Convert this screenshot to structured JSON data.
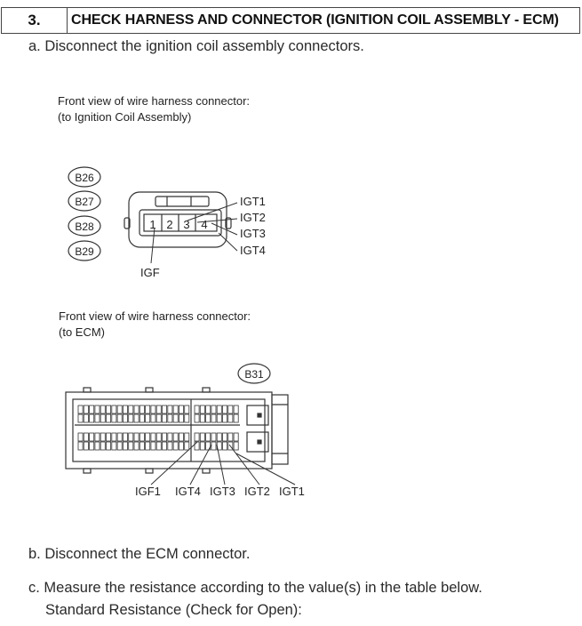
{
  "step": {
    "number": "3.",
    "title": "CHECK HARNESS AND CONNECTOR (IGNITION COIL ASSEMBLY - ECM)"
  },
  "instructions": {
    "a": "a. Disconnect the ignition coil assembly connectors.",
    "b": "b. Disconnect the ECM connector.",
    "c": "c. Measure the resistance according to the value(s) in the table below.",
    "c_sub": "Standard Resistance (Check for Open):"
  },
  "figure1": {
    "caption_line1": "Front view of wire harness connector:",
    "caption_line2": "(to Ignition Coil Assembly)",
    "connector_ids": [
      "B26",
      "B27",
      "B28",
      "B29"
    ],
    "pins": [
      "1",
      "2",
      "3",
      "4"
    ],
    "terminal_labels": [
      "IGT1",
      "IGT2",
      "IGT3",
      "IGT4"
    ],
    "bottom_label": "IGF"
  },
  "figure2": {
    "caption_line1": "Front view of wire harness connector:",
    "caption_line2": "(to ECM)",
    "connector_id": "B31",
    "terminal_labels": [
      "IGF1",
      "IGT4",
      "IGT3",
      "IGT2",
      "IGT1"
    ]
  }
}
